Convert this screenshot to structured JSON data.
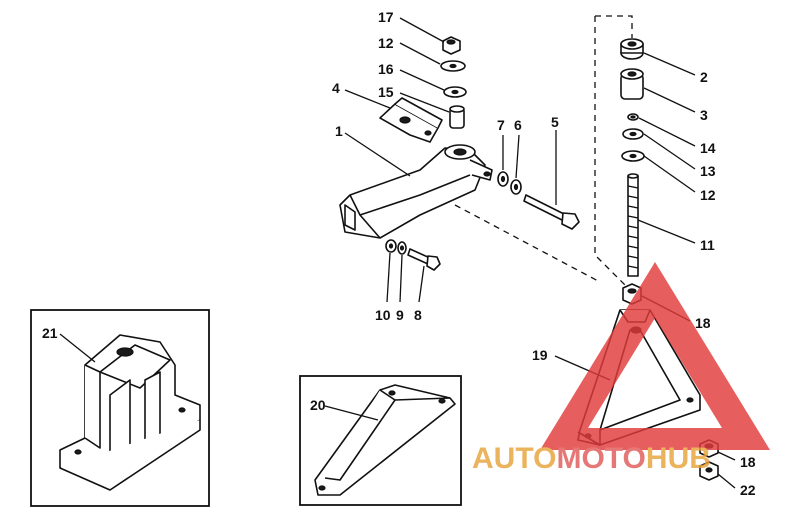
{
  "callouts": {
    "c1": "1",
    "c2": "2",
    "c3": "3",
    "c4": "4",
    "c5": "5",
    "c6": "6",
    "c7": "7",
    "c8": "8",
    "c9": "9",
    "c10": "10",
    "c11": "11",
    "c12a": "12",
    "c12b": "12",
    "c13": "13",
    "c14": "14",
    "c15": "15",
    "c16": "16",
    "c17": "17",
    "c18a": "18",
    "c18b": "18",
    "c19": "19",
    "c20": "20",
    "c21": "21",
    "c22": "22"
  },
  "watermark": {
    "brand_a": "AUTO",
    "brand_b": "MOTO",
    "brand_c": "HUB",
    "color_primary": "#e8a33a",
    "color_accent": "#e05a5a",
    "color_triangle": "#e23b3b"
  }
}
